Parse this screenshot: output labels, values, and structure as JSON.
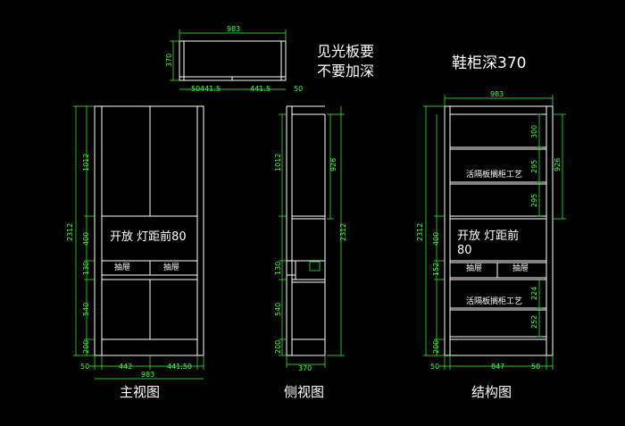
{
  "notes": {
    "light_board_line1": "见光板要",
    "light_board_line2": "不要加深",
    "shoe_depth": "鞋柜深370"
  },
  "views": {
    "front": {
      "title": "主视图",
      "open_label": "开放  灯距前80",
      "drawer_left": "抽屉",
      "drawer_right": "抽屉",
      "dims": {
        "upper": "1012",
        "open": "400",
        "drawer": "130",
        "lower": "540",
        "base": "200",
        "total": "2312",
        "side_left": "50",
        "door_left": "442",
        "door_right": "441.50",
        "width": "983"
      }
    },
    "side": {
      "title": "侧视图",
      "dims": {
        "upper": "1012",
        "open": "926",
        "total": "2312",
        "drawer": "130",
        "lower": "540",
        "base": "200",
        "depth": "370"
      }
    },
    "structure": {
      "title": "结构图",
      "open_label_line1": "开放  灯距前",
      "open_label_line2": "80",
      "shelf_label_top": "活隔板搁柜工艺",
      "shelf_label_bottom": "活隔板搁柜工艺",
      "drawer_left": "抽屉",
      "drawer_right": "抽屉",
      "dims": {
        "width_top": "983",
        "s1": "300",
        "s2": "295",
        "s3": "295",
        "right": "926",
        "total": "2312",
        "open": "400",
        "drawer": "152",
        "lower_a": "224",
        "lower_b": "252",
        "base": "200",
        "side_left": "50",
        "inner": "847",
        "side_right": "50"
      }
    },
    "top": {
      "dims": {
        "width": "983",
        "depth": "370",
        "a": "50",
        "b": "441.5",
        "c": "441.5",
        "d": "50"
      }
    }
  }
}
